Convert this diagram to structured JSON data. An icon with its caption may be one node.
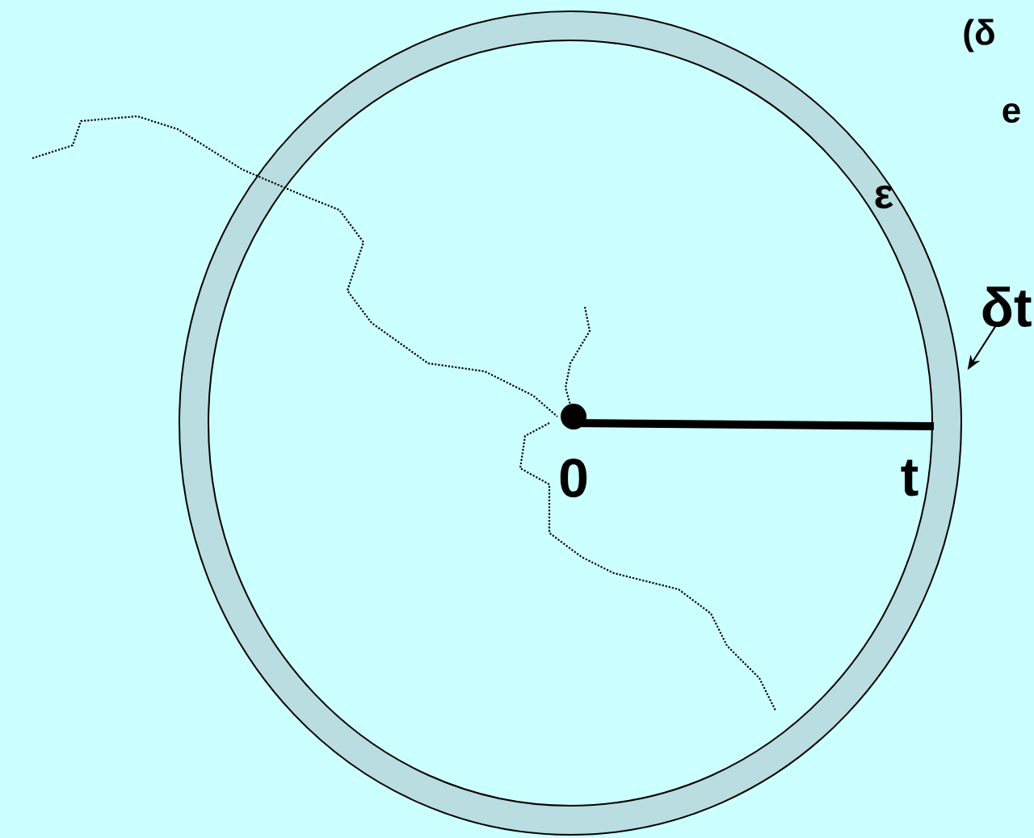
{
  "diagram": {
    "nodes": [
      {
        "text": [
          "ε"
        ]
      },
      {
        "text": [
          "δt"
        ]
      }
    ],
    "edges": [
      {
        "from": 1,
        "to": 0,
        "arrow": "to"
      }
    ],
    "labels": [
      "(δ",
      "e",
      "0",
      "t"
    ]
  }
}
